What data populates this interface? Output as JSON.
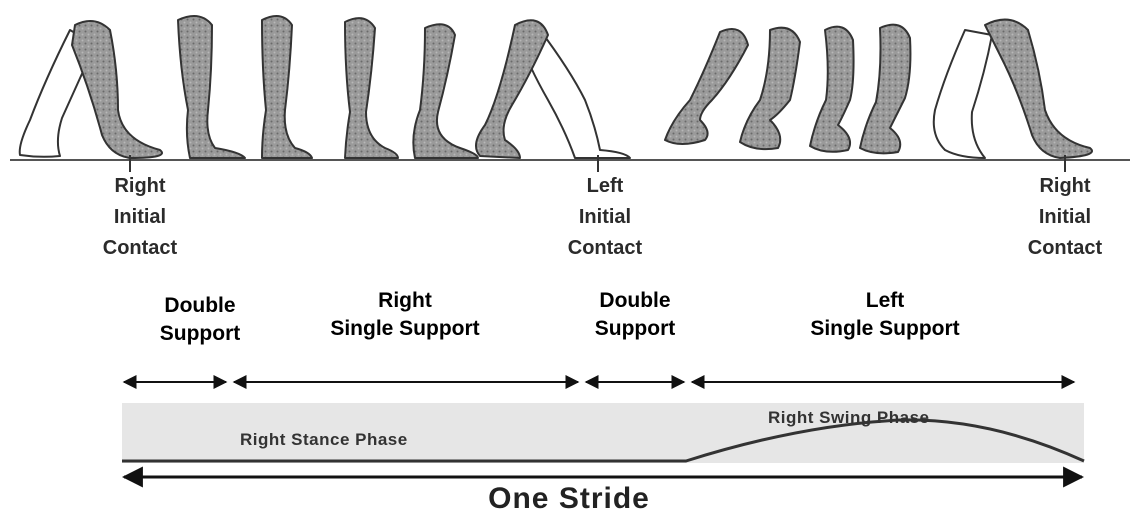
{
  "contacts": [
    {
      "label": "Right\nInitial\nContact"
    },
    {
      "label": "Left\nInitial\nContact"
    },
    {
      "label": "Right\nInitial\nContact"
    }
  ],
  "phases": [
    {
      "label": "Double\nSupport"
    },
    {
      "label": "Right\nSingle Support"
    },
    {
      "label": "Double\nSupport"
    },
    {
      "label": "Left\nSingle Support"
    }
  ],
  "band": {
    "stance_label": "Right Stance Phase",
    "swing_label": "Right Swing Phase"
  },
  "stride_label": "One Stride",
  "colors": {
    "leg_fill": "#8d8d8d",
    "leg_outline": "#333333",
    "band_fill": "#e6e6e6",
    "text": "#2b2b2b"
  }
}
